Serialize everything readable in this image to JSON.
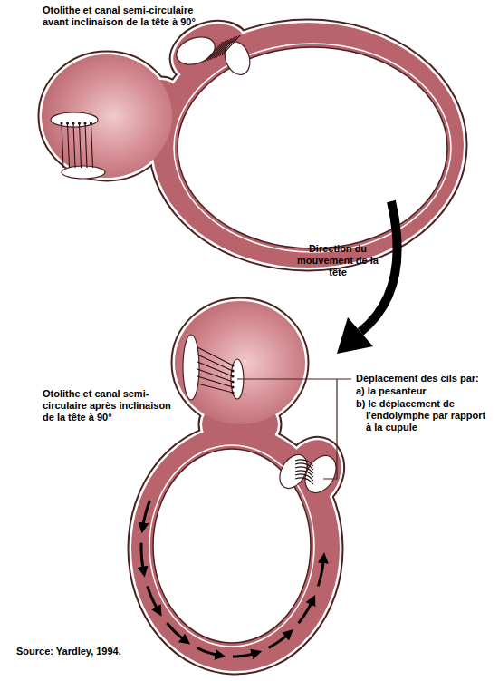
{
  "diagram": {
    "labels": [
      "Otolithe et canal semi-circulaire avant inclinaison de la tête à 90°",
      "Direction du mouvement de la tête",
      "Déplacement des cils par:",
      "a) la pesanteur",
      "b) le déplacement de l'endolymphe par rapport à la cupule",
      "Otolithe et canal semi-circulaire après inclinaison de la tête à 90°",
      "Source: Yardley, 1994."
    ]
  }
}
